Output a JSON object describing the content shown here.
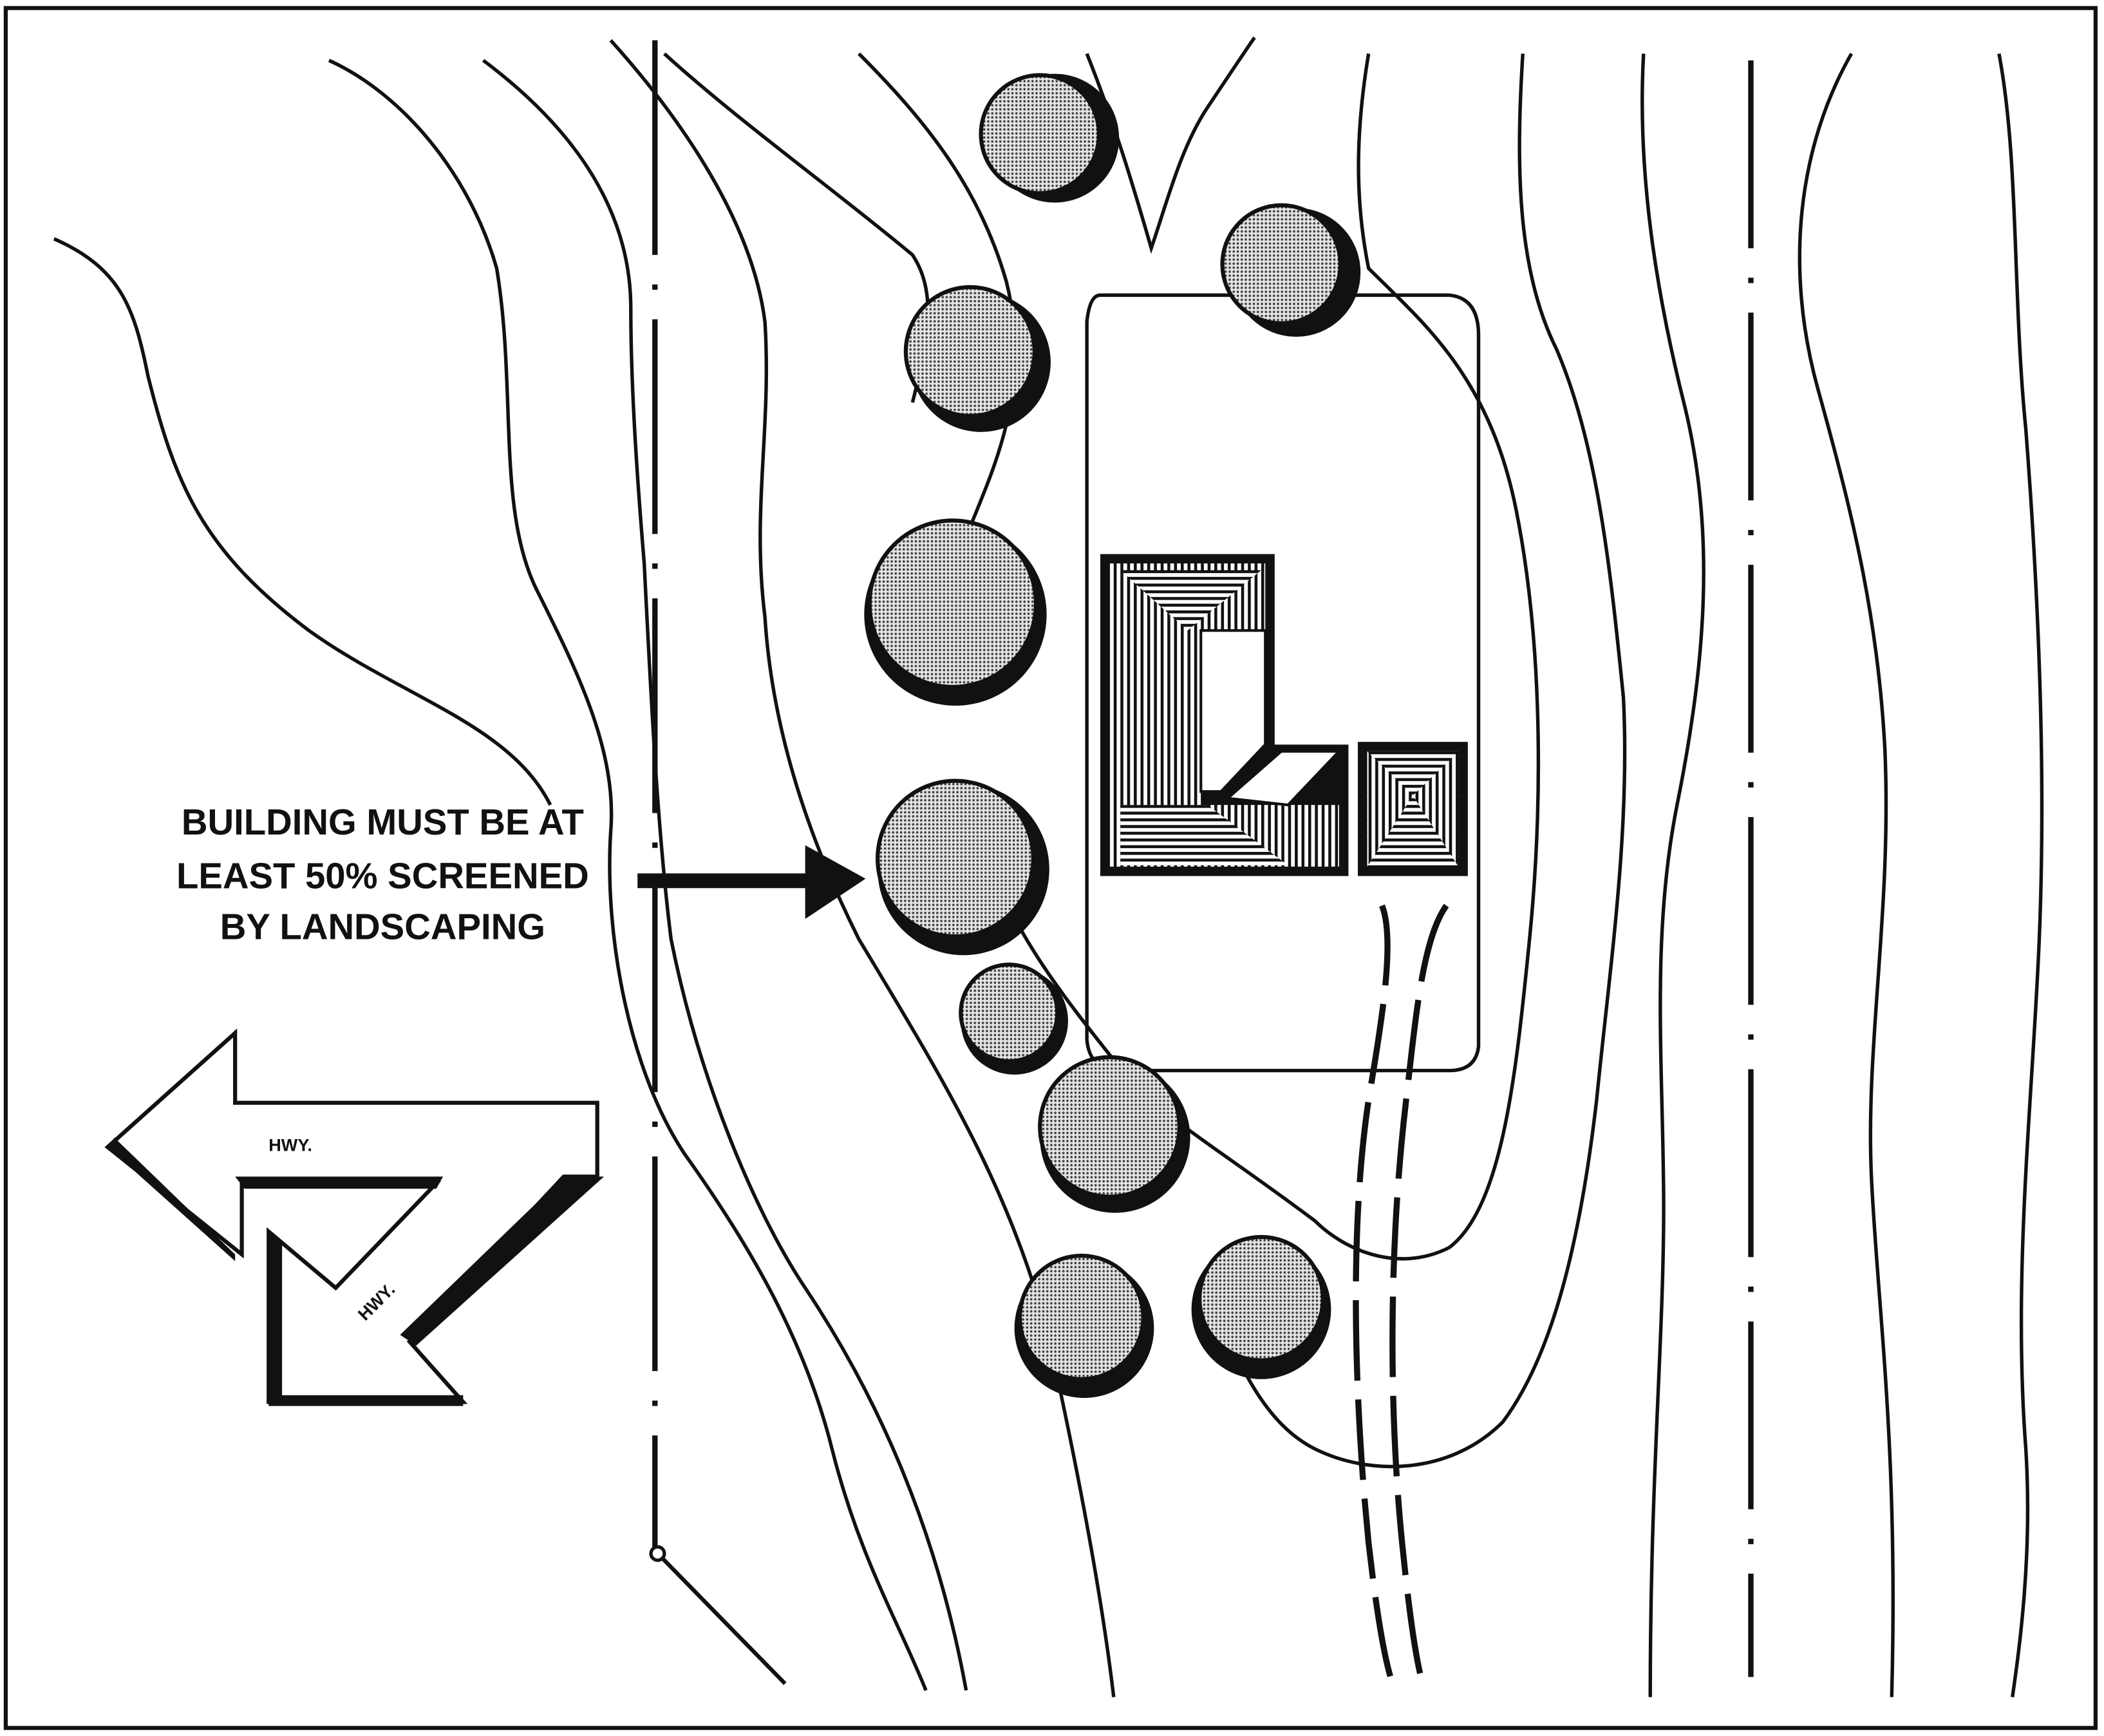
{
  "callout": {
    "lines": [
      "BUILDING MUST BE AT",
      "LEAST 50% SCREENED",
      "BY LANDSCAPING"
    ]
  },
  "highway_arrows": {
    "west_label": "HWY.",
    "southwest_label": "HWY."
  },
  "colors": {
    "ink": "#111111",
    "background": "#ffffff",
    "tree_fill": "#9a9a9a"
  }
}
